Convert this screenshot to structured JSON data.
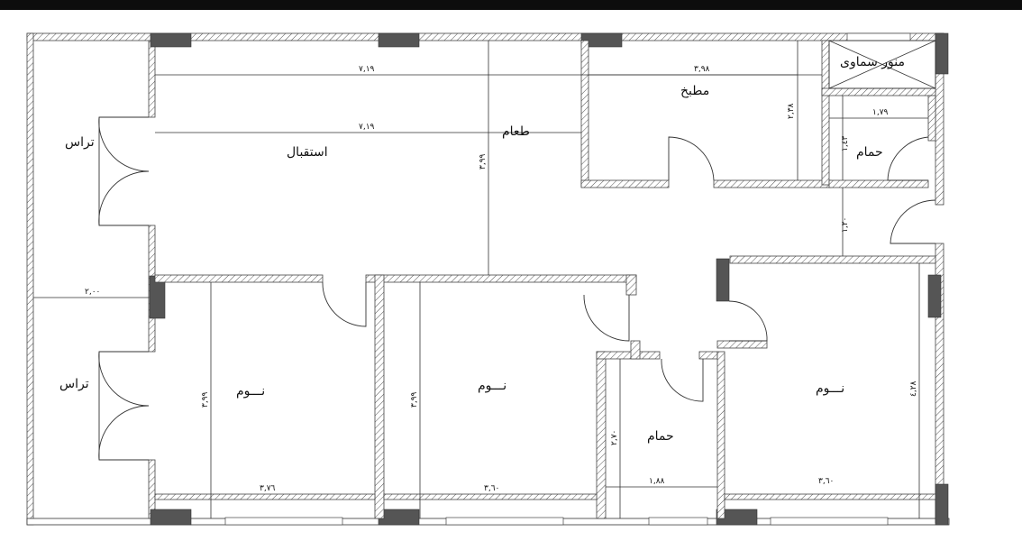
{
  "rooms": {
    "terrace_top": "تراس",
    "terrace_bottom": "تراس",
    "reception": "استقبال",
    "dining": "طعام",
    "kitchen": "مطبخ",
    "skylight": "منور سماوى",
    "bath_top": "حمام",
    "bath_bottom": "حمام",
    "bedroom_1": "نـــوم",
    "bedroom_2": "نـــوم",
    "bedroom_3": "نـــوم"
  },
  "dimensions": {
    "reception_top_width": "٧,١٩",
    "reception_mid_width": "٧,١٩",
    "kitchen_width": "٣,٩٨",
    "kitchen_depth": "٢,٣٨",
    "bath_top_width": "١,٧٩",
    "bath_top_depth": "١,٤٣",
    "corridor_depth": "١,٢٠",
    "dining_depth": "٣,٩٩",
    "terrace_width": "٢,٠٠",
    "bedroom_1_depth": "٣,٩٩",
    "bedroom_1_width": "٣,٧٦",
    "bedroom_2_depth": "٣,٩٩",
    "bedroom_2_width": "٣,٦٠",
    "bath_bottom_depth": "٢,٧٠",
    "bath_bottom_width": "١,٨٨",
    "bedroom_3_depth": "٤,٢٨",
    "bedroom_3_width": "٣,٦٠"
  }
}
